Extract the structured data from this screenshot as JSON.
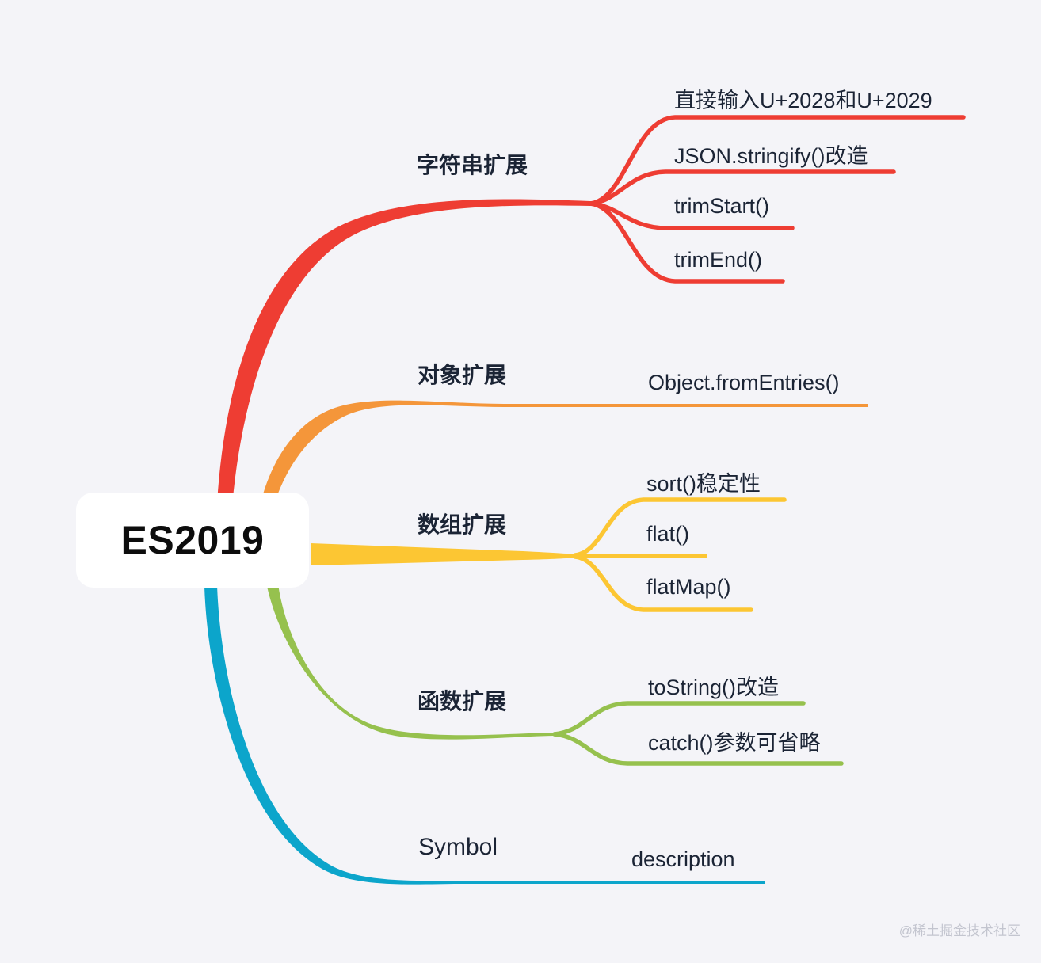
{
  "meta": {
    "background_color": "#f4f4f8",
    "text_color": "#1b2435",
    "watermark": "@稀土掘金技术社区"
  },
  "root": {
    "label": "ES2019",
    "background_color": "#ffffff",
    "text_color": "#0d0d0d"
  },
  "branches": [
    {
      "id": "string",
      "label": "字符串扩展",
      "color": "#ee3d33",
      "children": [
        {
          "label": "直接输入U+2028和U+2029"
        },
        {
          "label": "JSON.stringify()改造"
        },
        {
          "label": "trimStart()"
        },
        {
          "label": "trimEnd()"
        }
      ]
    },
    {
      "id": "object",
      "label": "对象扩展",
      "color": "#f4963a",
      "children": [
        {
          "label": "Object.fromEntries()"
        }
      ]
    },
    {
      "id": "array",
      "label": "数组扩展",
      "color": "#fcc633",
      "children": [
        {
          "label": "sort()稳定性"
        },
        {
          "label": "flat()"
        },
        {
          "label": "flatMap()"
        }
      ]
    },
    {
      "id": "function",
      "label": "函数扩展",
      "color": "#96c14e",
      "children": [
        {
          "label": "toString()改造"
        },
        {
          "label": "catch()参数可省略"
        }
      ]
    },
    {
      "id": "symbol",
      "label": "Symbol",
      "color": "#0ca5cb",
      "children": [
        {
          "label": "description"
        }
      ]
    }
  ]
}
